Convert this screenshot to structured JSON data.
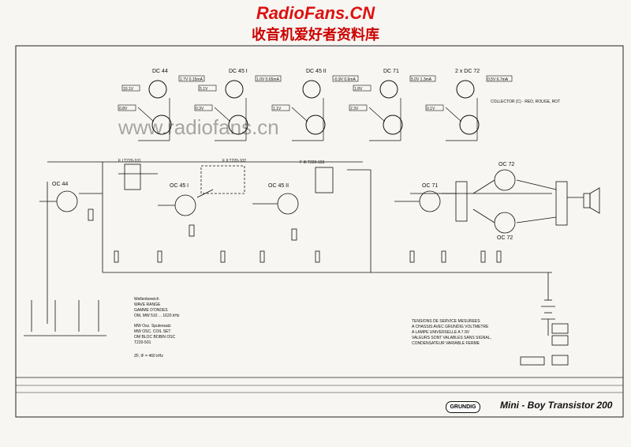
{
  "header": {
    "site_title": "RadioFans.CN",
    "site_subtitle": "收音机爱好者资料库",
    "watermark": "www.radiofans.cn"
  },
  "transistors": [
    {
      "name": "DC 44",
      "v_left": "10.1V",
      "v_right": "1.7V 0.15mA",
      "v_base": "0.8V"
    },
    {
      "name": "DC 45 I",
      "v_left": "5.1V",
      "v_right": "1.0V 0.65mA",
      "v_base": "0.3V"
    },
    {
      "name": "DC 45 II",
      "v_left": "",
      "v_right": "-0.9V 0.6mA",
      "v_base": "1.1V"
    },
    {
      "name": "DC 71",
      "v_left": "1.8V",
      "v_right": "5.0V 1.3mA",
      "v_base": "2.3V"
    },
    {
      "name": "2 x DC 72",
      "v_left": "",
      "v_right": "0.5V 6.7mA",
      "v_base": "0.1V"
    }
  ],
  "collector_note": "COLLECTOR (C) - RED, ROUGE, ROT",
  "schematic_labels": {
    "oc44": "OC 44",
    "oc45_1": "OC 45 I",
    "oc45_2": "OC 45 II",
    "oc71": "OC 71",
    "oc72_top": "OC 72",
    "oc72_bot": "OC 72",
    "f1": "F I T220-101",
    "f2": "F II T220-102",
    "f3": "F III T220-103"
  },
  "wave_legend": {
    "line1": "Wellenbereich",
    "line2": "WAVE RANGE",
    "line3": "GAMME D'ONDES",
    "line4": "OM, MW 510 ... 1620 kHz",
    "line5": "MW Osz. Spulensatz",
    "line6": "MW OSC. COIL SET",
    "line7": "OM BLOC BOBIN OSC",
    "line8": "T220-501",
    "line9": "ZF, IF = 460 kHz"
  },
  "service_note": {
    "line1": "TENSIONS DE SERVICE MESUREES",
    "line2": "A CHASSIS AVEC GRUNDIG VOLTMETRE",
    "line3": "A LAMPE UNIVERSELLE A 7.9V",
    "line4": "VALEURS SONT VALABLES SANS SIGNAL,",
    "line5": "CONDENSATEUR VARIABLE FERME"
  },
  "footer": {
    "brand": "GRUNDIG",
    "model": "Mini - Boy Transistor 200"
  }
}
